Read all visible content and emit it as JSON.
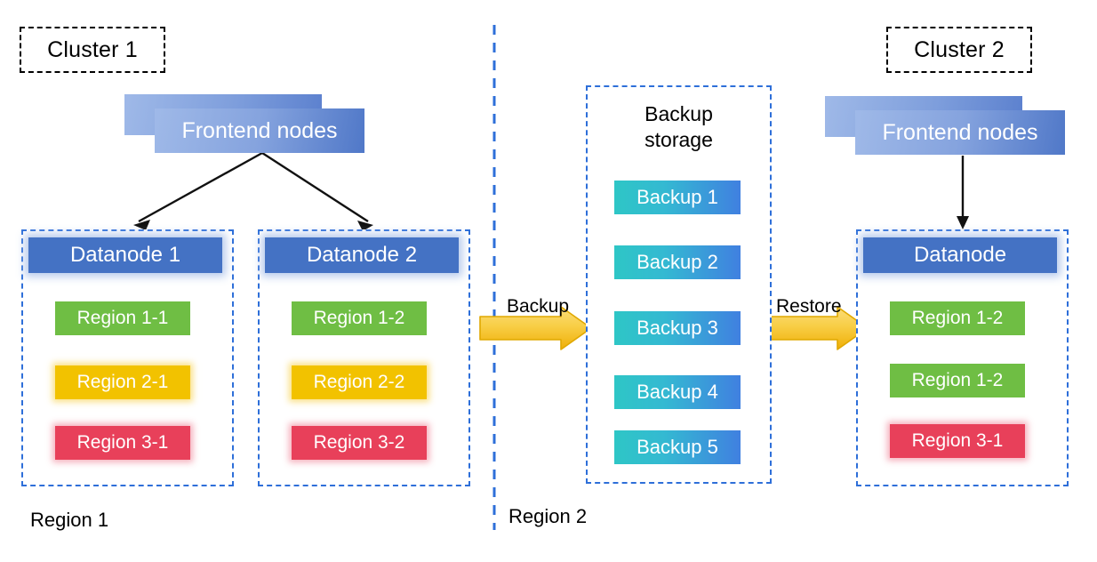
{
  "diagram": {
    "title_tags": [
      {
        "label": "Cluster 1"
      },
      {
        "label": "Cluster 2"
      }
    ],
    "frontend_nodes_label": "Frontend nodes",
    "cluster1": {
      "datanodes": [
        {
          "header": "Datanode 1",
          "regions": [
            {
              "label": "Region 1-1",
              "color": "#6FBE44"
            },
            {
              "label": "Region 2-1",
              "color": "#F2C200"
            },
            {
              "label": "Region 3-1",
              "color": "#E8405A"
            }
          ]
        },
        {
          "header": "Datanode 2",
          "regions": [
            {
              "label": "Region 1-2",
              "color": "#6FBE44"
            },
            {
              "label": "Region 2-2",
              "color": "#F2C200"
            },
            {
              "label": "Region 3-2",
              "color": "#E8405A"
            }
          ]
        }
      ]
    },
    "backup_storage": {
      "title_line1": "Backup",
      "title_line2": "storage",
      "backups": [
        {
          "label": "Backup 1"
        },
        {
          "label": "Backup 2"
        },
        {
          "label": "Backup 3"
        },
        {
          "label": "Backup 4"
        },
        {
          "label": "Backup 5"
        }
      ]
    },
    "cluster2": {
      "datanode": {
        "header": "Datanode",
        "regions": [
          {
            "label": "Region 1-2",
            "color": "#6FBE44"
          },
          {
            "label": "Region 1-2",
            "color": "#6FBE44"
          },
          {
            "label": "Region 3-1",
            "color": "#E8405A"
          }
        ]
      }
    },
    "flows": [
      {
        "label": "Backup"
      },
      {
        "label": "Restore"
      }
    ],
    "region_labels": [
      {
        "label": "Region 1"
      },
      {
        "label": "Region 2"
      }
    ],
    "colors": {
      "datanode_blue": "#4472C4",
      "dashed_border_blue": "#2E6FD9",
      "region_green": "#6FBE44",
      "region_yellow": "#F2C200",
      "region_red": "#E8405A",
      "backup_teal": "#2EC6C6",
      "backup_blue": "#4080E0",
      "flow_arrow_gold": "#F7C22B",
      "arrow_black": "#000000"
    }
  }
}
